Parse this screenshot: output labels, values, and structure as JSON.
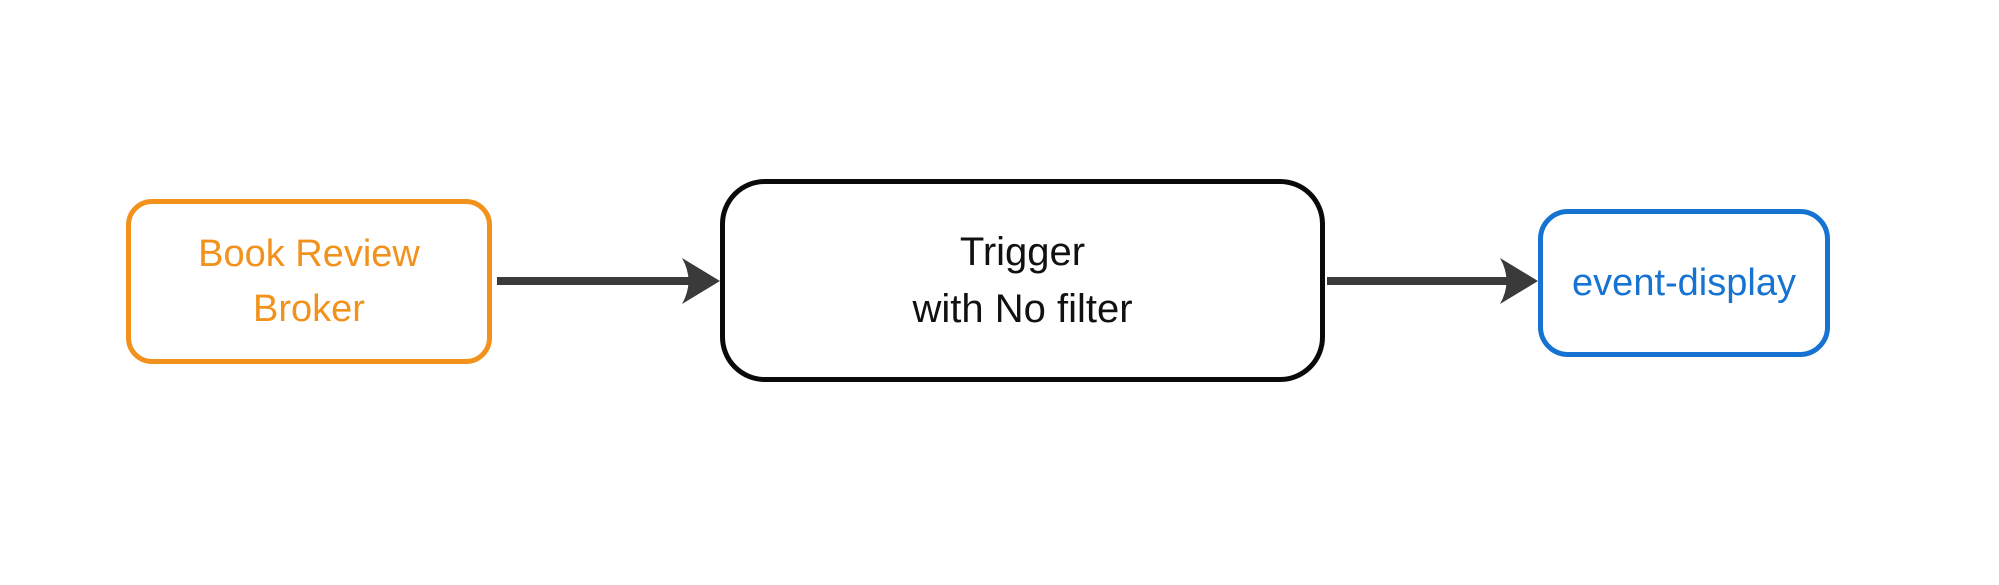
{
  "diagram": {
    "type": "flowchart",
    "direction": "left-to-right",
    "background_color": "#ffffff",
    "nodes": [
      {
        "id": "book-review-broker",
        "lines": [
          "Book Review",
          "Broker"
        ],
        "border_color": "#F2921D",
        "text_color": "#F2921D",
        "fill_color": "#ffffff"
      },
      {
        "id": "trigger-with-no-filter",
        "lines": [
          "Trigger",
          "with No filter"
        ],
        "border_color": "#0A0A0A",
        "text_color": "#111111",
        "fill_color": "#ffffff"
      },
      {
        "id": "event-display",
        "lines": [
          "event-display"
        ],
        "border_color": "#1673D2",
        "text_color": "#1673D2",
        "fill_color": "#ffffff"
      }
    ],
    "edges": [
      {
        "from": "book-review-broker",
        "to": "trigger-with-no-filter"
      },
      {
        "from": "trigger-with-no-filter",
        "to": "event-display"
      }
    ],
    "colors": {
      "arrow": "#3A3A3A"
    }
  }
}
